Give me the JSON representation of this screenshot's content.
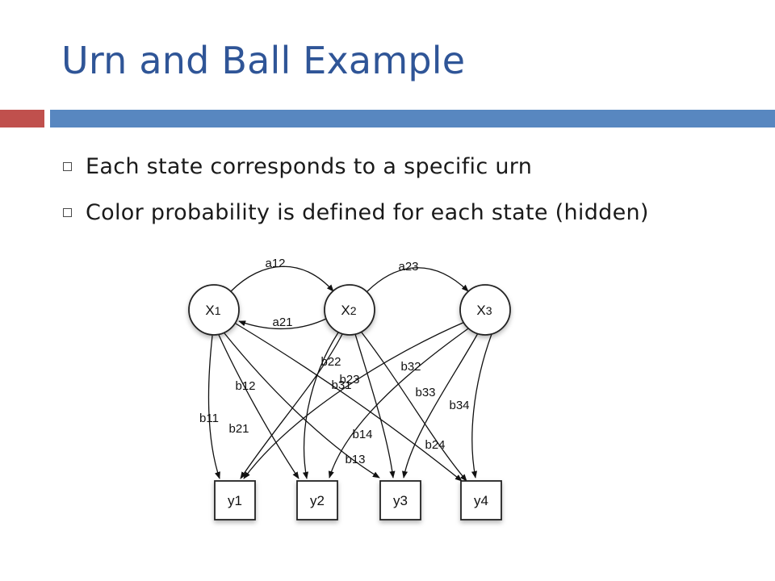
{
  "slide": {
    "title": "Urn and Ball Example",
    "bullets": [
      "Each state corresponds to a specific urn",
      "Color probability is defined for each state (hidden)"
    ]
  },
  "diagram": {
    "states": [
      {
        "id": "x1",
        "label": "X",
        "sub": "1"
      },
      {
        "id": "x2",
        "label": "X",
        "sub": "2"
      },
      {
        "id": "x3",
        "label": "X",
        "sub": "3"
      }
    ],
    "observations": [
      {
        "id": "y1",
        "label": "y1"
      },
      {
        "id": "y2",
        "label": "y2"
      },
      {
        "id": "y3",
        "label": "y3"
      },
      {
        "id": "y4",
        "label": "y4"
      }
    ],
    "transitions": [
      {
        "from": "x1",
        "to": "x2",
        "label": "a12"
      },
      {
        "from": "x2",
        "to": "x1",
        "label": "a21"
      },
      {
        "from": "x2",
        "to": "x3",
        "label": "a23"
      }
    ],
    "emissions": [
      {
        "from": "x1",
        "to": "y1",
        "label": "b11"
      },
      {
        "from": "x1",
        "to": "y2",
        "label": "b12"
      },
      {
        "from": "x1",
        "to": "y3",
        "label": "b13"
      },
      {
        "from": "x1",
        "to": "y4",
        "label": "b14"
      },
      {
        "from": "x2",
        "to": "y1",
        "label": "b21"
      },
      {
        "from": "x2",
        "to": "y2",
        "label": "b22"
      },
      {
        "from": "x2",
        "to": "y3",
        "label": "b23"
      },
      {
        "from": "x2",
        "to": "y4",
        "label": "b24"
      },
      {
        "from": "x3",
        "to": "y1",
        "label": "b31"
      },
      {
        "from": "x3",
        "to": "y2",
        "label": "b32"
      },
      {
        "from": "x3",
        "to": "y3",
        "label": "b33"
      },
      {
        "from": "x3",
        "to": "y4",
        "label": "b34"
      }
    ]
  }
}
